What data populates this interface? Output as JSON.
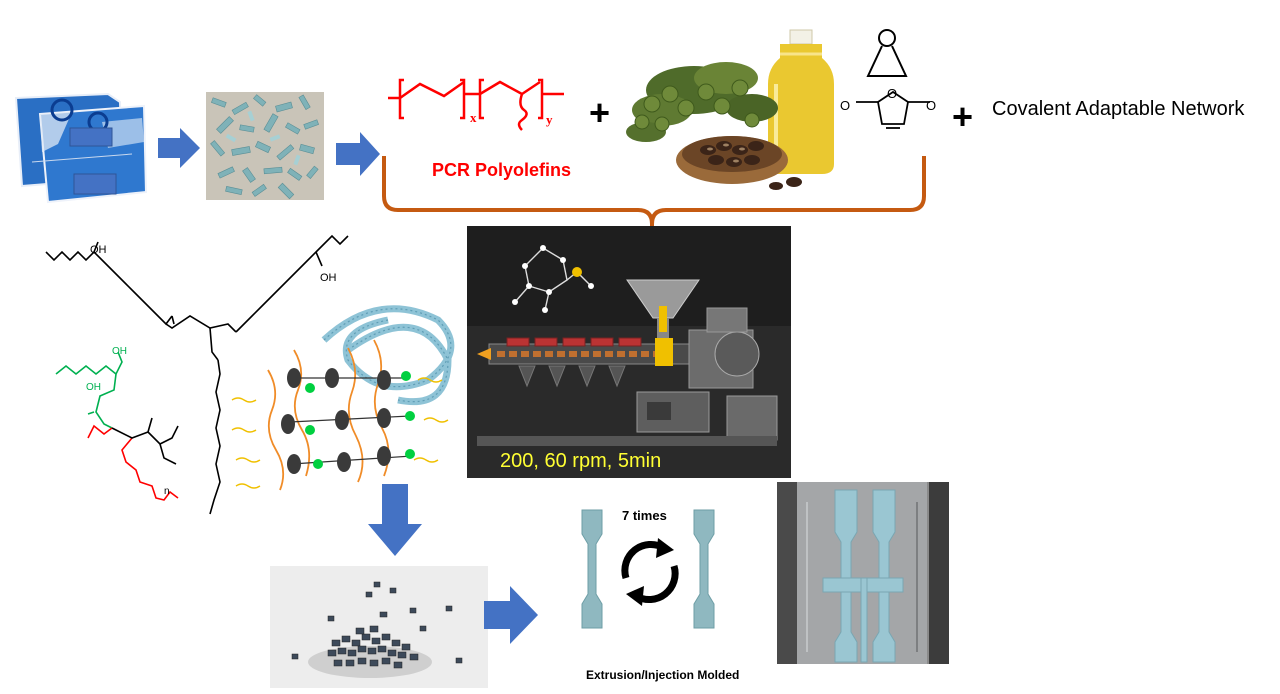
{
  "labels": {
    "pcr": "PCR Polyolefins",
    "can": "Covalent Adaptable Network",
    "conditions": "200, 60 rpm, 5min",
    "cycles": "7 times",
    "process": "Extrusion/Injection  Molded",
    "plus": "+",
    "sub_x": "x",
    "sub_y": "y",
    "oh": "OH",
    "o": "O",
    "n_sub": "n"
  },
  "colors": {
    "arrow_blue": "#4472c4",
    "bracket": "#c55a11",
    "polymer_red": "#ff0000",
    "chain_orange": "#f08c28",
    "node_green": "#00b050",
    "node_gray": "#3a3a3a",
    "dangling_yellow": "#f0c000",
    "specimen": "#8fb8c0",
    "label_yellow": "#ffff33"
  }
}
